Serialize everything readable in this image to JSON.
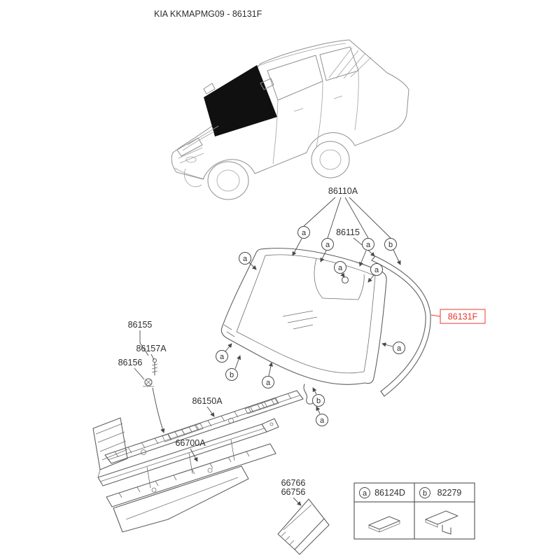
{
  "title": "KIA KKMAPMG09 - 86131F",
  "parts": {
    "windshield_assembly": "86110A",
    "moulding": "86115",
    "glass": "86131F",
    "clips": [
      "86155",
      "86157A",
      "86156"
    ],
    "cowl_top_cover": "86150A",
    "cowl_panel_assembly": "66700A",
    "bracket": [
      "66766",
      "66756"
    ]
  },
  "legend": {
    "items": [
      {
        "key": "a",
        "part_number": "86124D"
      },
      {
        "key": "b",
        "part_number": "82279"
      }
    ]
  },
  "colors": {
    "highlight": "#e8392f",
    "leader_line": "#4a4a4a",
    "part_line": "#5f5f5f",
    "car_line": "#909090"
  }
}
